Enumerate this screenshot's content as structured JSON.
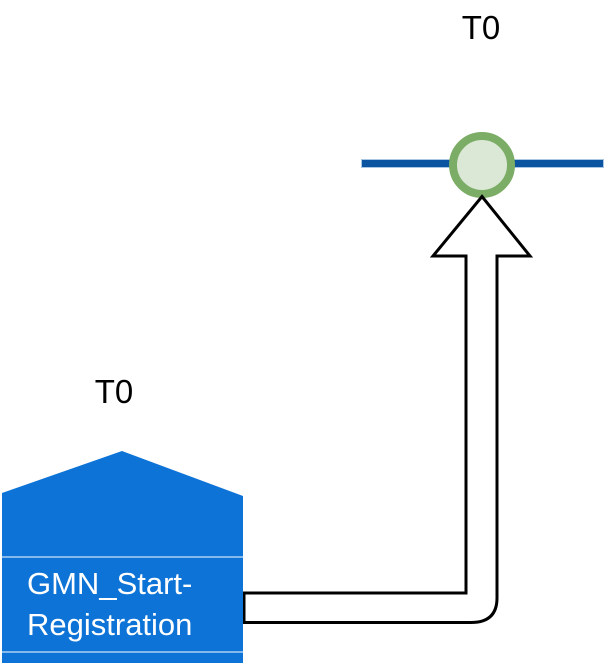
{
  "diagram": {
    "top_event": {
      "label": "T0",
      "timeline_color": "#0B54A1",
      "circle_ring_color": "#7CAD66",
      "circle_fill_color": "#DBE8D5"
    },
    "start_shape": {
      "label": "T0",
      "name_line1": "GMN_Start-",
      "name_line2": "Registration",
      "fill_color": "#0D73D6",
      "text_color": "#FFFFFF"
    },
    "connector_arrow": {
      "stroke_color": "#000000",
      "fill_color": "#FFFFFF"
    }
  }
}
